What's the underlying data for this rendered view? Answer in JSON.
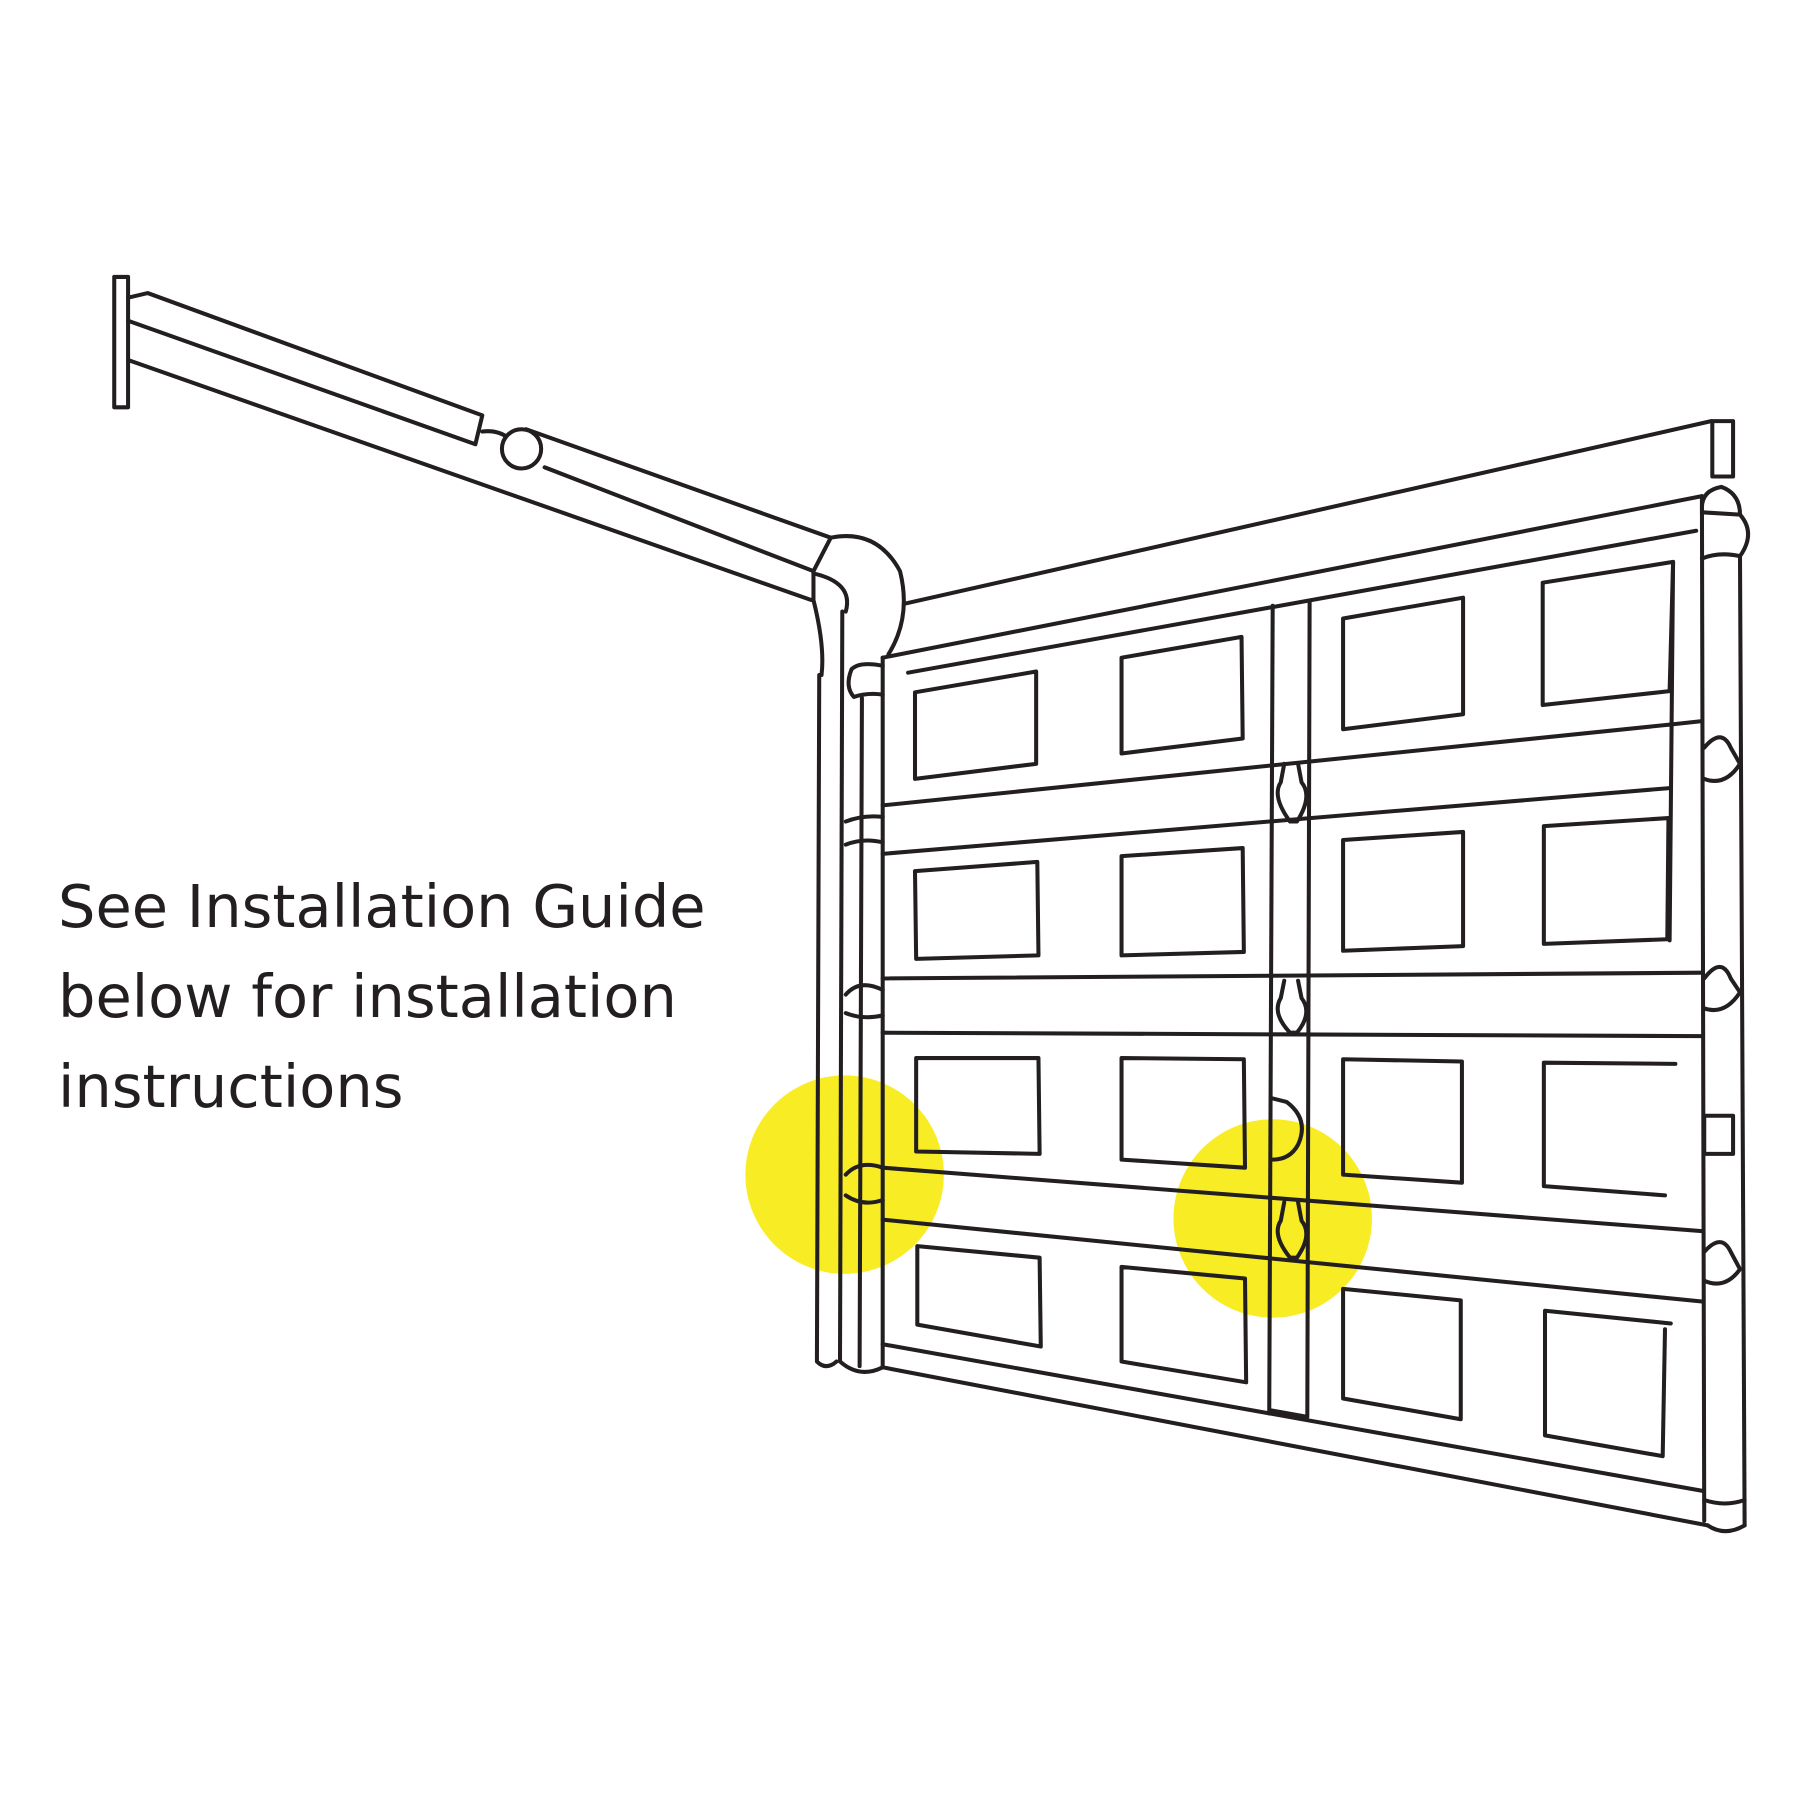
{
  "caption": {
    "lines": [
      "See Installation Guide",
      "below for installation",
      "instructions"
    ]
  },
  "colors": {
    "highlight": "#f8ec24",
    "stroke": "#231f20"
  },
  "icons": [
    "garage-door-illustration",
    "highlight-marker"
  ]
}
